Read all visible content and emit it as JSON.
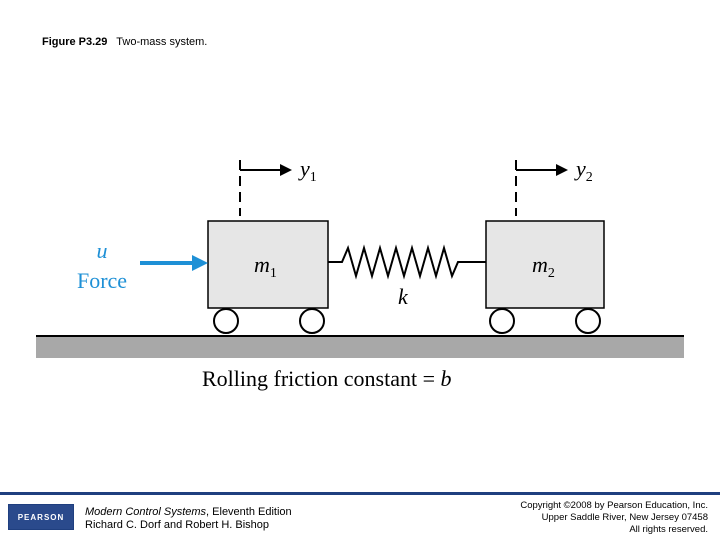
{
  "caption": {
    "figure": "Figure P3.29",
    "text": "Two-mass system."
  },
  "labels": {
    "y1": "y",
    "y1_sub": "1",
    "y2": "y",
    "y2_sub": "2",
    "u": "u",
    "force": "Force",
    "m1": "m",
    "m1_sub": "1",
    "m2": "m",
    "m2_sub": "2",
    "k": "k",
    "friction_prefix": "Rolling friction constant = ",
    "friction_var": "b"
  },
  "colors": {
    "force_arrow": "#1e90d6",
    "mass_fill": "#e6e6e6",
    "ground": "#a8a8a8",
    "label_blue": "#1e90d6"
  },
  "footer": {
    "logo": "PEARSON",
    "book_title": "Modern Control Systems",
    "book_edition": ", Eleventh Edition",
    "authors": "Richard C. Dorf and Robert H. Bishop",
    "copyright": "Copyright ©2008 by Pearson Education, Inc.",
    "address": "Upper Saddle River, New Jersey 07458",
    "rights": "All rights reserved."
  }
}
